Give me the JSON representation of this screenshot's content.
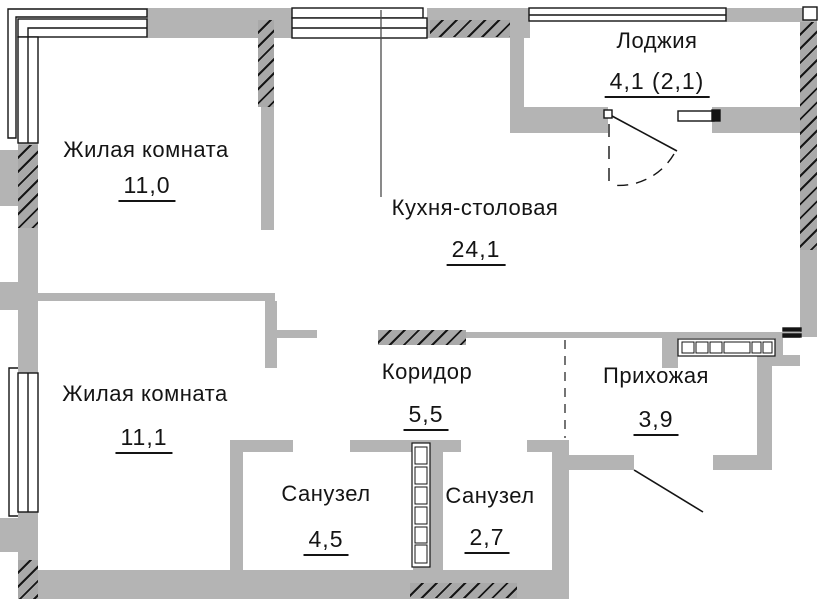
{
  "plan": {
    "rooms": [
      {
        "name": "Жилая комната",
        "area": "11,0"
      },
      {
        "name": "Кухня-столовая",
        "area": "24,1"
      },
      {
        "name": "Лоджия",
        "area": "4,1 (2,1)"
      },
      {
        "name": "Жилая комната",
        "area": "11,1"
      },
      {
        "name": "Коридор",
        "area": "5,5"
      },
      {
        "name": "Прихожая",
        "area": "3,9"
      },
      {
        "name": "Санузел",
        "area": "4,5"
      },
      {
        "name": "Санузел",
        "area": "2,7"
      }
    ],
    "colors": {
      "wall": "#b4b4b4",
      "hatch": "#a9a9a9",
      "line": "#141414",
      "background": "#ffffff"
    }
  }
}
